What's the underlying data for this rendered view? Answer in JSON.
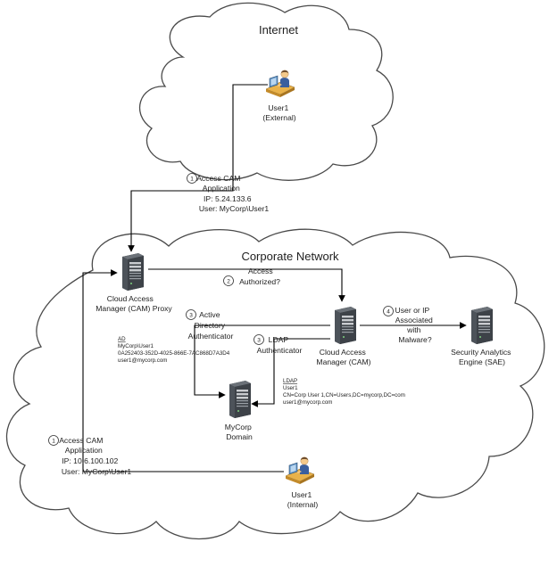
{
  "clouds": {
    "internet_label": "Internet",
    "corporate_label": "Corporate Network"
  },
  "nodes": {
    "user_external": [
      "User1",
      "(External)"
    ],
    "cam_proxy": [
      "Cloud Access",
      "Manager (CAM) Proxy"
    ],
    "cam": [
      "Cloud Access",
      "Manager (CAM)"
    ],
    "sae": [
      "Security Analytics",
      "Engine (SAE)"
    ],
    "domain": [
      "MyCorp",
      "Domain"
    ],
    "user_internal": [
      "User1",
      "(Internal)"
    ]
  },
  "steps": {
    "external_access": {
      "number": "1",
      "lines": [
        "Access CAM",
        "Application",
        "IP: 5.24.133.6",
        "User: MyCorp\\User1"
      ]
    },
    "access_authorized": {
      "number": "2",
      "lines": [
        "Access",
        "Authorized?"
      ]
    },
    "ad_authenticator": {
      "number": "3",
      "lines": [
        "Active",
        "Directory",
        "Authenticator"
      ]
    },
    "ldap_authenticator": {
      "number": "3",
      "lines": [
        "LDAP",
        "Authenticator"
      ]
    },
    "malware_check": {
      "number": "4",
      "lines": [
        "User or IP",
        "Associated",
        "with",
        "Malware?"
      ]
    },
    "internal_access": {
      "number": "1",
      "lines": [
        "Access CAM",
        "Application",
        "IP: 10.6.100.102",
        "User: MyCorp\\User1"
      ]
    }
  },
  "details": {
    "ad": {
      "heading": "AD",
      "lines": [
        "MyCorp\\User1",
        "0A252403-352D-4025-866E-7AC868D7A3D4",
        "user1@mycorp.com"
      ]
    },
    "ldap": {
      "heading": "LDAP",
      "lines": [
        "User1",
        "CN=Corp User 1,CN=Users,DC=mycorp,DC=com",
        "user1@mycorp.com"
      ]
    }
  },
  "colors": {
    "server_body": "#4a4f55",
    "server_face": "#c9ccd0",
    "user_skin": "#f4c98a",
    "user_desk": "#e9b24a",
    "user_monitor": "#5c8fc0"
  }
}
